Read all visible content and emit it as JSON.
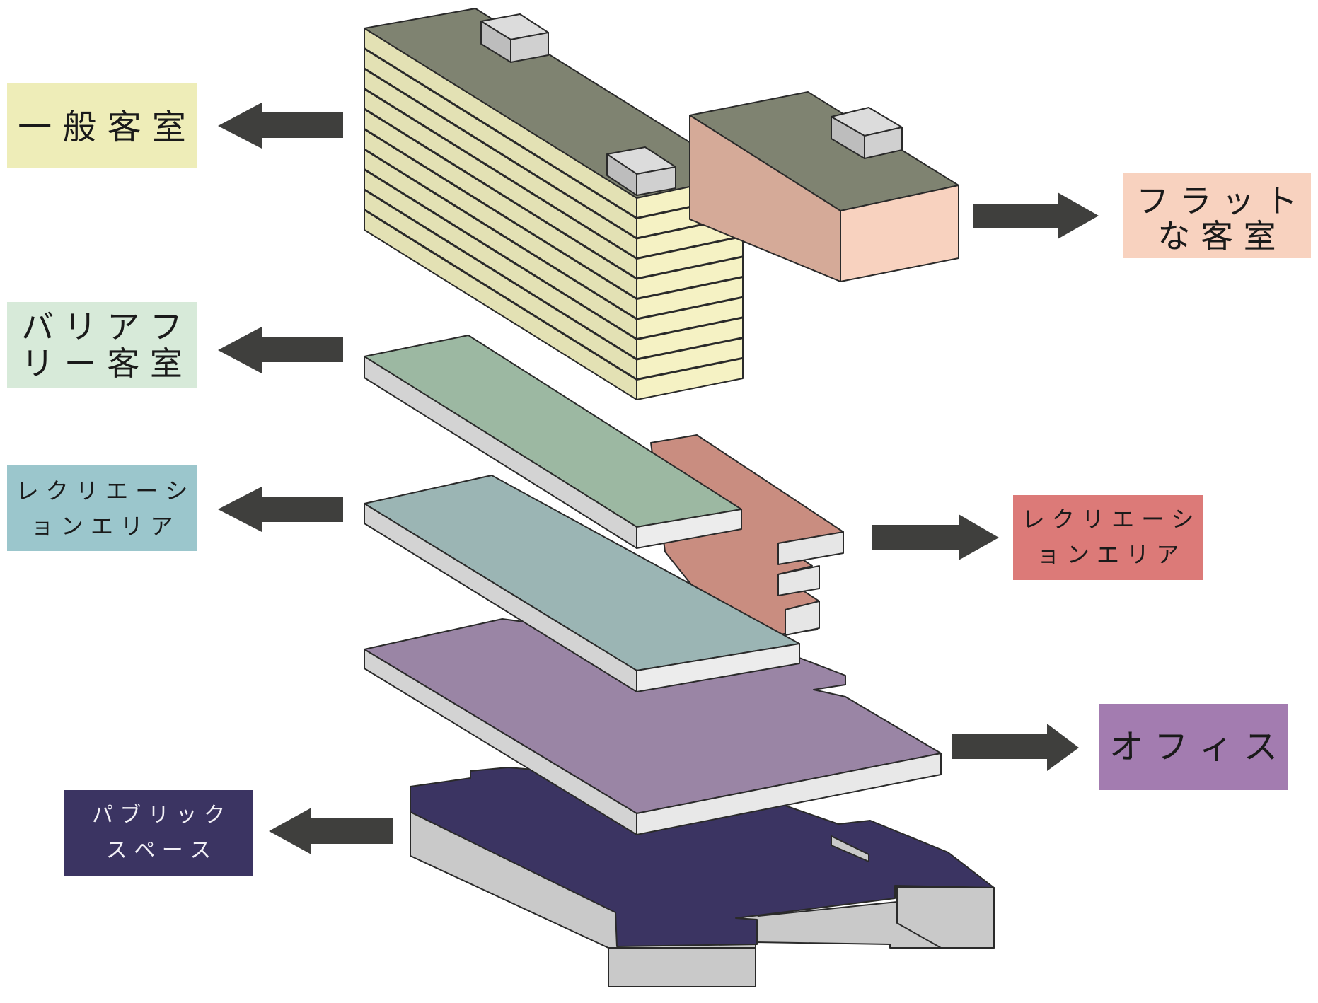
{
  "labels": {
    "general_rooms": [
      "一 般 客 室"
    ],
    "flat_rooms": [
      "フ ラ ッ ト",
      "な 客 室"
    ],
    "barrier_free_rooms": [
      "バ リ ア フ",
      "リ ー 客 室"
    ],
    "recreation_left": [
      "レ ク リ エ ー シ",
      "ョ ン エ リ ア"
    ],
    "recreation_right": [
      "レ ク リ エ ー シ",
      "ョ ン エ リ ア"
    ],
    "office": [
      "オ フ ィ ス"
    ],
    "public_space": [
      "パ ブ リ ッ ク",
      "ス ペ ー ス"
    ]
  },
  "colors": {
    "general_rooms": "#eeedb8",
    "flat_rooms": "#f8d2bf",
    "barrier_free_rooms": "#d7ead9",
    "recreation_left": "#9bc6cc",
    "recreation_right": "#dc7a78",
    "office": "#a37cb0",
    "public_space": "#3b3462",
    "roof": "#7f8371",
    "arrow": "#3f3f3d",
    "slab_side": "#cfcfcf"
  }
}
